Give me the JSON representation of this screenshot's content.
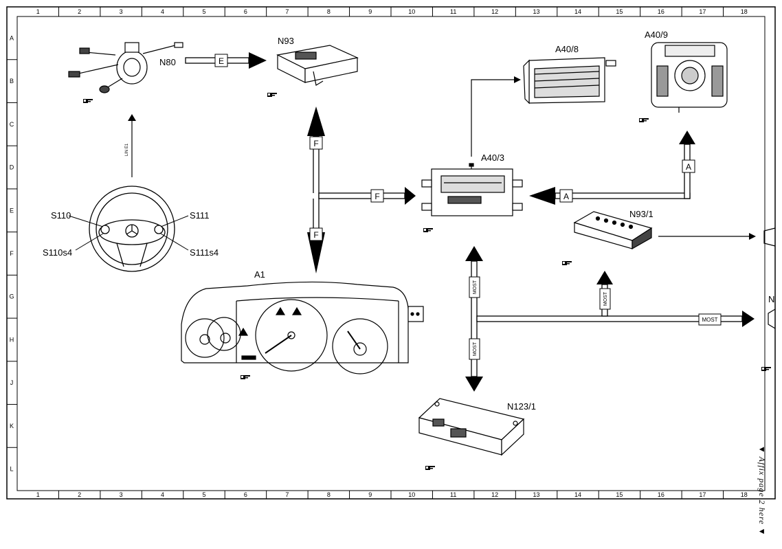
{
  "grid": {
    "columns": [
      "1",
      "2",
      "3",
      "4",
      "5",
      "6",
      "7",
      "8",
      "9",
      "10",
      "11",
      "12",
      "13",
      "14",
      "15",
      "16",
      "17",
      "18"
    ],
    "rows": [
      "A",
      "B",
      "C",
      "D",
      "E",
      "F",
      "G",
      "H",
      "J",
      "K",
      "L"
    ]
  },
  "components": {
    "n80": "N80",
    "n93": "N93",
    "a40_8": "A40/8",
    "a40_9": "A40/9",
    "a40_3": "A40/3",
    "n93_1": "N93/1",
    "a1": "A1",
    "n123_1": "N123/1",
    "s110": "S110",
    "s111": "S111",
    "s110s4": "S110s4",
    "s111s4": "S111s4",
    "edge_n": "N"
  },
  "signals": {
    "e": "E",
    "f_top": "F",
    "f_mid": "F",
    "f_bottom": "F",
    "a_vertical": "A",
    "a_horizontal": "A",
    "lin_e1": "LIN E1",
    "most_upper": "MOST",
    "most_lower": "MOST",
    "most_right_vertical": "MOST",
    "most_right": "MOST"
  },
  "note": "▼ Affix page 2 here ▼",
  "icons": [
    "reference-hand-icon"
  ]
}
